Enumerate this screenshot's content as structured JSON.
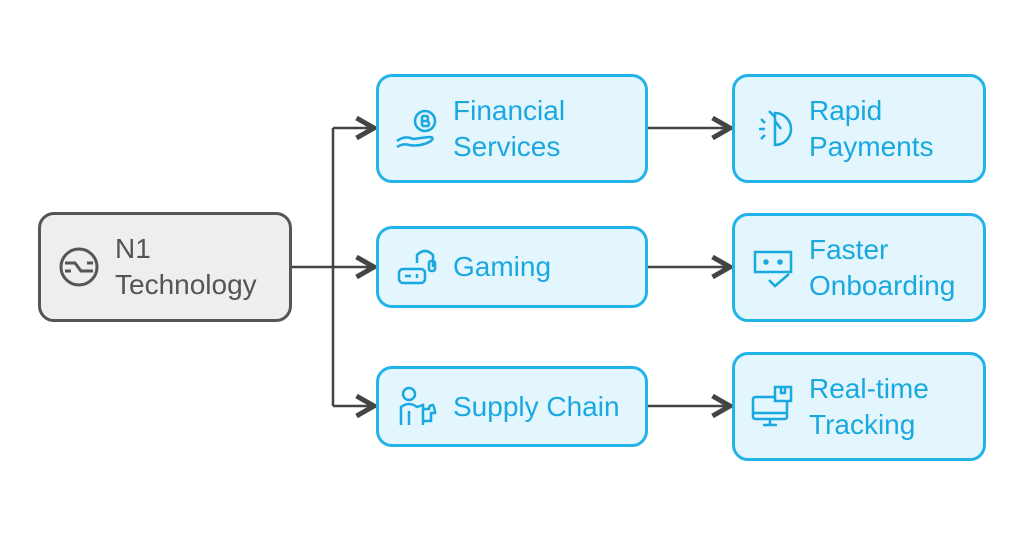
{
  "root": {
    "label": "N1\nTechnology",
    "icon": "n1-logo-icon"
  },
  "categories": [
    {
      "label": "Financial\nServices",
      "icon": "bitcoin-hand-icon"
    },
    {
      "label": "Gaming",
      "icon": "headset-gamepad-icon"
    },
    {
      "label": "Supply Chain",
      "icon": "worker-puzzle-icon"
    }
  ],
  "benefits": [
    {
      "label": "Rapid\nPayments",
      "icon": "speed-clock-icon"
    },
    {
      "label": "Faster\nOnboarding",
      "icon": "chat-check-icon"
    },
    {
      "label": "Real-time\nTracking",
      "icon": "monitor-package-icon"
    }
  ],
  "colors": {
    "accent": "#22b3e8",
    "accent_text": "#1aa8e0",
    "fill": "#e3f6fd",
    "root_fill": "#eeeeee",
    "line": "#555555"
  }
}
